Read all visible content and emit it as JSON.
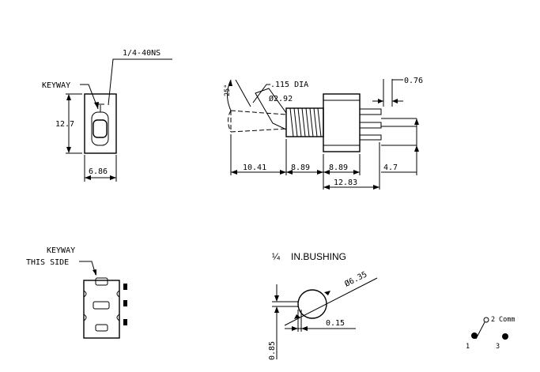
{
  "front_view": {
    "thread_label": "1/4-40NS",
    "keyway_label": "KEYWAY",
    "height_dim": "12.7",
    "width_dim": "6.86"
  },
  "side_view": {
    "angle_label": "25°",
    "dia_label": ".115 DIA",
    "phi_label": "Ø2.92",
    "pin_dim": "0.76",
    "dim_lever": "10.41",
    "dim_bushing": "8.89",
    "dim_body": "8.89",
    "dim_total": "12.83",
    "dim_pin": "4.7"
  },
  "bottom_view": {
    "keyway_line1": "KEYWAY",
    "keyway_line2": "THIS SIDE"
  },
  "bushing_detail": {
    "title_fraction": "¼",
    "title": "IN.BUSHING",
    "dia_label": "Ø6.35",
    "flat_dim": "0.15",
    "key_dim": "0.85"
  },
  "schematic": {
    "terminal_2": "2",
    "comm_label": "Comm",
    "terminal_1": "1",
    "terminal_3": "3"
  }
}
